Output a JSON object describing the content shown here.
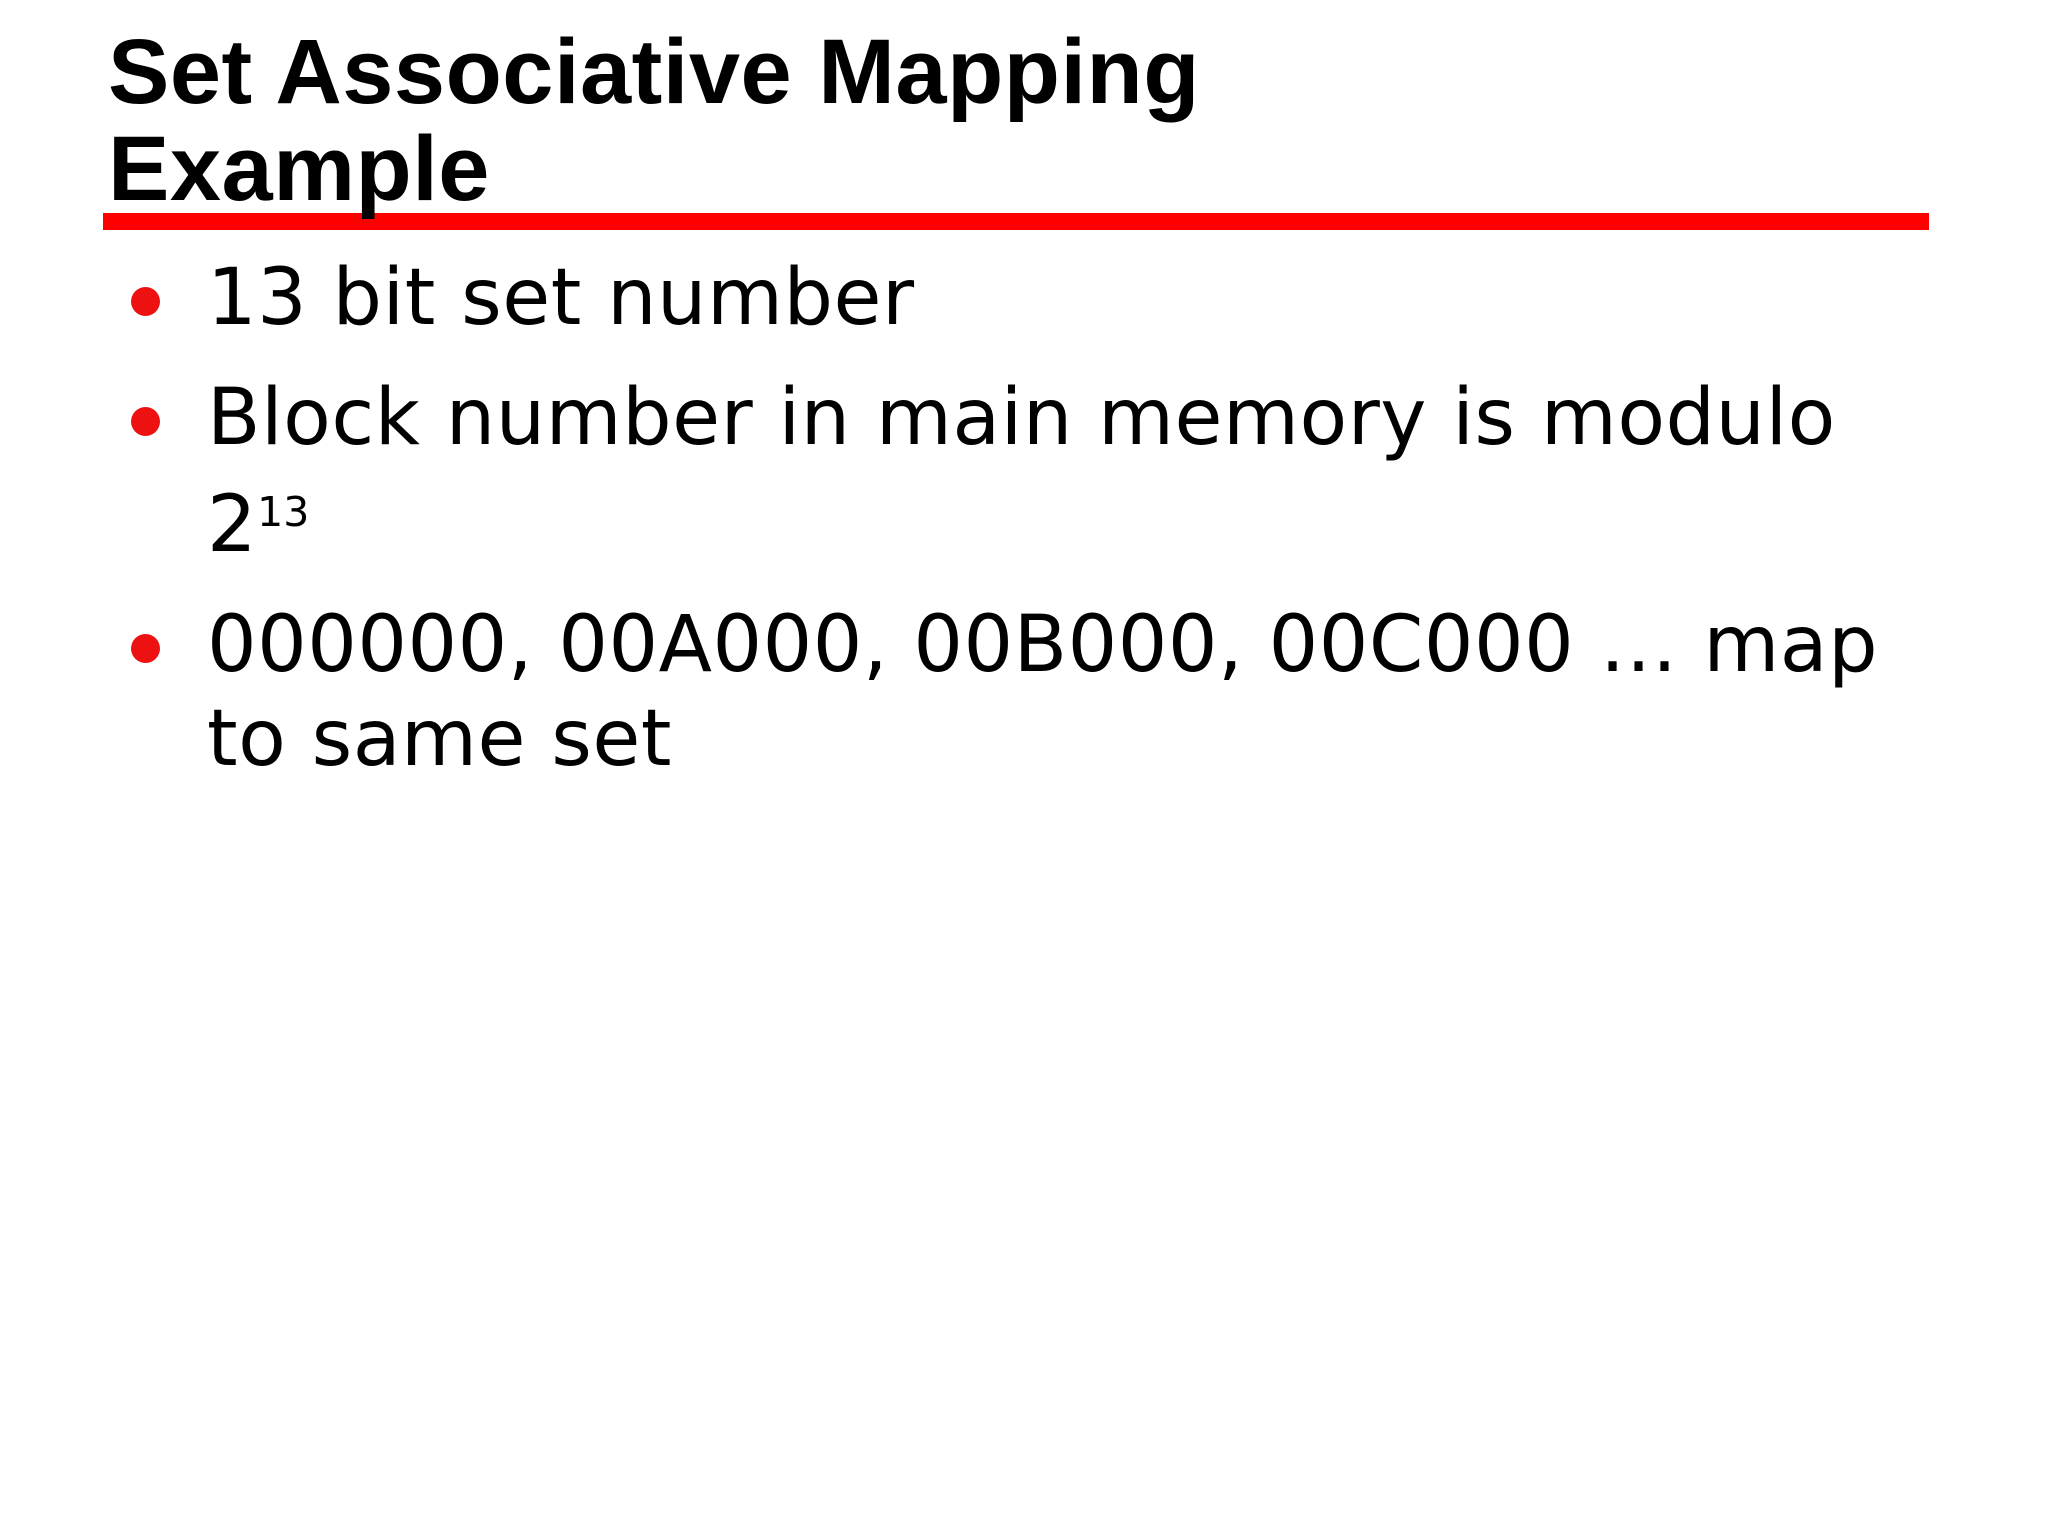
{
  "slide": {
    "title_lines": [
      "Set Associative Mapping",
      "Example"
    ],
    "bullets": [
      {
        "lines": [
          "13 bit set number"
        ]
      },
      {
        "lines": [
          "Block number in main memory is modulo"
        ],
        "line2_base": "2",
        "line2_sup": "13"
      },
      {
        "lines": [
          "000000, 00A000, 00B000, 00C000 … map",
          "to same set"
        ]
      }
    ],
    "colors": {
      "accent_red": "#FF0000",
      "bullet_red": "#EE1111",
      "text": "#000000",
      "background": "#FFFFFF"
    }
  }
}
